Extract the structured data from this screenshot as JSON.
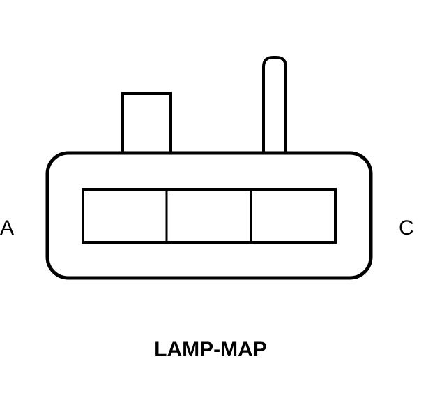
{
  "connector": {
    "title": "LAMP-MAP",
    "pins": [
      {
        "label": "A"
      },
      {
        "label": "C"
      }
    ],
    "cavity_count": 3
  },
  "colors": {
    "stroke": "#000000",
    "background": "#ffffff"
  }
}
